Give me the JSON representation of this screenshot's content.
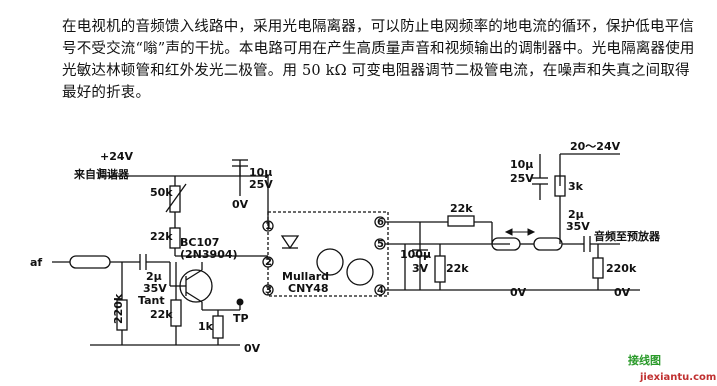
{
  "description_text": "在电视机的音频馈入线路中，采用光电隔离器，可以防止电网频率的地电流的循环，保护低电平信号不受交流“嗡”声的干扰。本电路可用在产生高质量声音和视频输出的调制器中。光电隔离器使用光敏达林顿管和红外发光二极管。用 50 kΩ 可变电阻器调节二极管电流，在噪声和失真之间取得最好的折衷。",
  "labels": {
    "supply_left": "+24V",
    "from_tuner": "来自调谐器",
    "r_50k": "50k",
    "r_22k_top": "22k",
    "transistor": "BC107",
    "transistor_alt": "(2N3904)",
    "input": "af",
    "cap_left_value": "2μ",
    "cap_left_voltage": "35V",
    "cap_left_type": "Tant",
    "r_220k_left": "220k",
    "r_22k_bottom": "22k",
    "r_1k": "1k",
    "test_point": "TP",
    "ground_left": "0V",
    "cap_top_value": "10μ",
    "cap_top_voltage": "25V",
    "cap_top_gnd": "0V",
    "isolator_make": "Mullard",
    "isolator_part": "CNY48",
    "pin_1": "1",
    "pin_2": "2",
    "pin_3": "3",
    "pin_4": "4",
    "pin_5": "5",
    "pin_6": "6",
    "r_22k_feedback": "22k",
    "cap_100u_value": "100μ",
    "cap_100u_voltage": "3V",
    "r_22k_emitter": "22k",
    "ground_mid": "0V",
    "supply_right": "20～24V",
    "cap_right_value": "10μ",
    "cap_right_voltage": "25V",
    "r_3k": "3k",
    "cap_out_value": "2μ",
    "cap_out_voltage": "35V",
    "output": "音频至预放器",
    "r_220k_right": "220k",
    "ground_right": "0V",
    "watermark_cn": "接线图",
    "watermark_url": "jiexiantu.com"
  }
}
